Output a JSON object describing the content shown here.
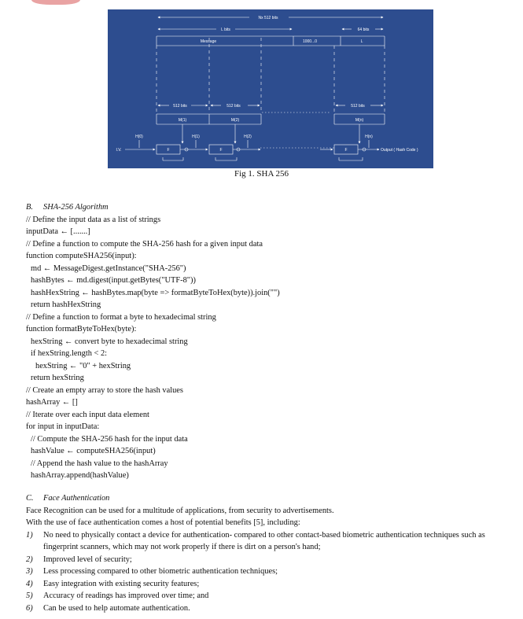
{
  "figure": {
    "caption": "Fig 1. SHA 256",
    "top_label": "Nx 512 bits",
    "l_bits": "L bits",
    "bits64": "64 bits",
    "message": "Message",
    "padding": "1000...0",
    "l_box": "L",
    "bits512_a": "512 bits",
    "bits512_b": "512  bits",
    "bits512_c": "512  bits",
    "m1": "M(1)",
    "m2": "M(2)",
    "mn": "M(n)",
    "h0": "H(0)",
    "h1": "H(1)",
    "h2": "H(2)",
    "hn": "H(n)",
    "iv": "I.V.",
    "f": "F",
    "output": "Output ( Hash Code )"
  },
  "algorithm": {
    "heading_num": "B.",
    "heading_text": "SHA-256 Algorithm",
    "lines": [
      {
        "text": "// Define the input data as a list of strings",
        "indent": 0
      },
      {
        "text": "inputData ← [.......]",
        "indent": 0
      },
      {
        "text": "// Define a function to compute the SHA-256 hash for a given input data",
        "indent": 0
      },
      {
        "text": "function computeSHA256(input):",
        "indent": 0
      },
      {
        "text": "md ← MessageDigest.getInstance(\"SHA-256\")",
        "indent": 1
      },
      {
        "text": "hashBytes ← md.digest(input.getBytes(\"UTF-8\"))",
        "indent": 1
      },
      {
        "text": "hashHexString ← hashBytes.map(byte => formatByteToHex(byte)).join(\"\")",
        "indent": 1
      },
      {
        "text": "return hashHexString",
        "indent": 1
      },
      {
        "text": "// Define a function to format a byte to hexadecimal string",
        "indent": 0
      },
      {
        "text": "function formatByteToHex(byte):",
        "indent": 0
      },
      {
        "text": "hexString ← convert byte to hexadecimal string",
        "indent": 1
      },
      {
        "text": "if hexString.length < 2:",
        "indent": 1
      },
      {
        "text": "hexString ← \"0\" + hexString",
        "indent": 2
      },
      {
        "text": "return hexString",
        "indent": 1
      },
      {
        "text": "// Create an empty array to store the hash values",
        "indent": 0
      },
      {
        "text": "hashArray ← []",
        "indent": 0
      },
      {
        "text": "// Iterate over each input data element",
        "indent": 0
      },
      {
        "text": "for input in inputData:",
        "indent": 0
      },
      {
        "text": "// Compute the SHA-256 hash for the input data",
        "indent": 1
      },
      {
        "text": "hashValue ← computeSHA256(input)",
        "indent": 1
      },
      {
        "text": "// Append the hash value to the hashArray",
        "indent": 1
      },
      {
        "text": "hashArray.append(hashValue)",
        "indent": 1
      }
    ]
  },
  "face": {
    "heading_num": "C.",
    "heading_text": "Face Authentication",
    "para1": "Face Recognition can be used for a multitude of applications, from security to advertisements.",
    "para2": "With the use of face authentication comes a host of potential benefits [5], including:",
    "items": [
      {
        "num": "1)",
        "text": "No need to physically contact a device for authentication- compared to other contact-based biometric authentication techniques such as fingerprint scanners, which may not work properly if there is dirt on a person's hand;"
      },
      {
        "num": "2)",
        "text": "Improved level of security;"
      },
      {
        "num": "3)",
        "text": "Less processing compared to other biometric authentication techniques;"
      },
      {
        "num": "4)",
        "text": "Easy integration with existing security features;"
      },
      {
        "num": "5)",
        "text": "Accuracy of readings has improved over time; and"
      },
      {
        "num": "6)",
        "text": "Can be used to help automate authentication."
      }
    ]
  }
}
